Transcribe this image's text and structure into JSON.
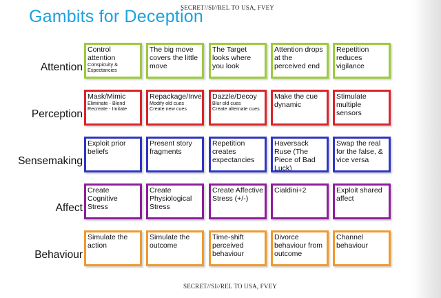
{
  "classification": {
    "top": "SECRET//SI//REL TO USA, FVEY",
    "bottom": "SECRET//SI//REL TO USA, FVEY"
  },
  "title": "Gambits for Deception",
  "colors": {
    "title": "#1da1dc",
    "attention": "#9ccb3b",
    "perception": "#d9252a",
    "sensemaking": "#2f35c4",
    "affect": "#8e1e9c",
    "behaviour": "#ef9a2c"
  },
  "rows": [
    {
      "label": "Attention",
      "cells": [
        {
          "main": "Control attention",
          "subs": [
            "Conspicuity &",
            "Expectancies"
          ]
        },
        {
          "main": "The big move covers the little move",
          "subs": []
        },
        {
          "main": "The Target looks where you look",
          "subs": []
        },
        {
          "main": "Attention drops at the perceived end",
          "subs": []
        },
        {
          "main": "Repetition reduces vigilance",
          "subs": []
        }
      ]
    },
    {
      "label": "Perception",
      "cells": [
        {
          "main": "Mask/Mimic",
          "subs": [
            "Eliminate - Blend",
            "Recreate - Imitate"
          ]
        },
        {
          "main": "Repackage/Invent",
          "subs": [
            "Modify old cues",
            "Create new cues"
          ]
        },
        {
          "main": "Dazzle/Decoy",
          "subs": [
            "Blur old cues",
            "Create alternate cues"
          ]
        },
        {
          "main": "Make the cue dynamic",
          "subs": []
        },
        {
          "main": "Stimulate multiple sensors",
          "subs": []
        }
      ]
    },
    {
      "label": "Sensemaking",
      "cells": [
        {
          "main": "Exploit prior beliefs",
          "subs": []
        },
        {
          "main": "Present story fragments",
          "subs": []
        },
        {
          "main": "Repetition creates expectancies",
          "subs": []
        },
        {
          "main": "Haversack Ruse (The Piece of Bad Luck)",
          "subs": []
        },
        {
          "main": "Swap the real for the false, & vice versa",
          "subs": []
        }
      ]
    },
    {
      "label": "Affect",
      "cells": [
        {
          "main": "Create Cognitive Stress",
          "subs": []
        },
        {
          "main": "Create Physiological Stress",
          "subs": []
        },
        {
          "main": "Create Affective Stress (+/-)",
          "subs": []
        },
        {
          "main": "Cialdini+2",
          "subs": []
        },
        {
          "main": "Exploit shared affect",
          "subs": []
        }
      ]
    },
    {
      "label": "Behaviour",
      "cells": [
        {
          "main": "Simulate the action",
          "subs": []
        },
        {
          "main": "Simulate the outcome",
          "subs": []
        },
        {
          "main": "Time-shift perceived behaviour",
          "subs": []
        },
        {
          "main": "Divorce behaviour from outcome",
          "subs": []
        },
        {
          "main": "Channel behaviour",
          "subs": []
        }
      ]
    }
  ]
}
